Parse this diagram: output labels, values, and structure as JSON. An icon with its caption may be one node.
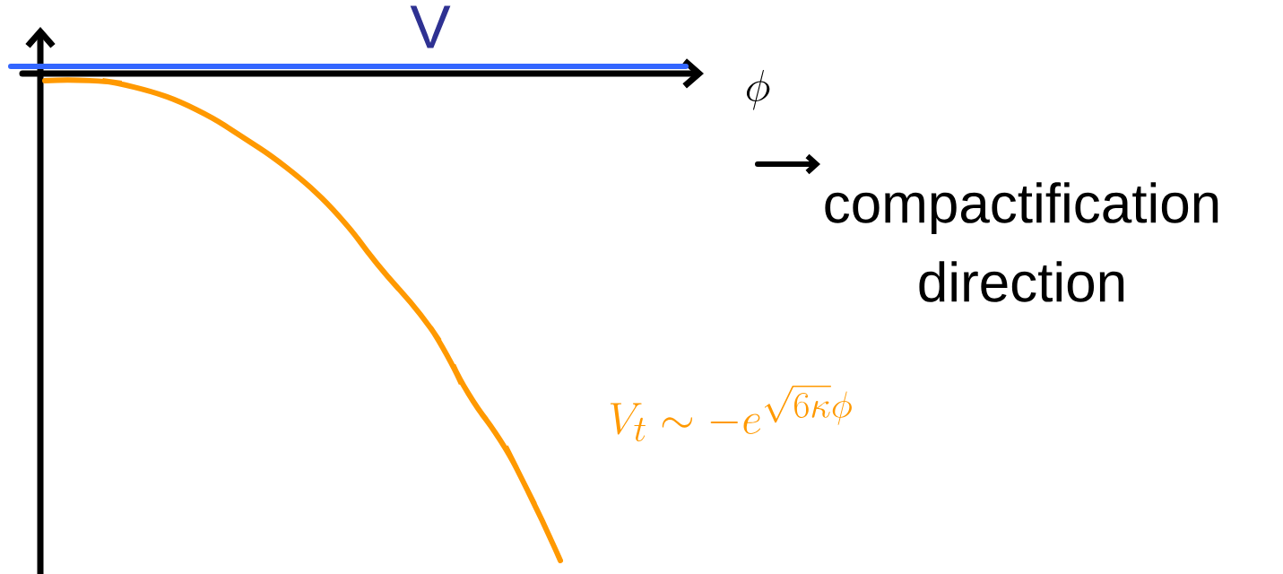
{
  "diagram": {
    "labels": [
      "V",
      "\\phi",
      "compactification direction",
      "V_t \\sim -e^{\\sqrt{6\\kappa}\\phi}"
    ]
  }
}
